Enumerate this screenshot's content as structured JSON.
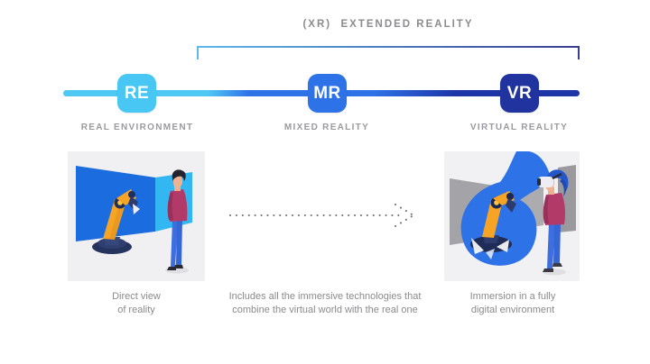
{
  "title": "(XR)  EXTENDED REALITY",
  "timeline": {
    "bracket_colors": [
      "#5FB9E9",
      "#3A3D92"
    ],
    "line_gradient": [
      "#4FC8F4",
      "#2E72E8",
      "#1D35A6"
    ],
    "nodes": [
      {
        "abbr": "RE",
        "label": "REAL ENVIRONMENT",
        "color": "#49C7F4"
      },
      {
        "abbr": "MR",
        "label": "MIXED REALITY",
        "color": "#2E72E8"
      },
      {
        "abbr": "VR",
        "label": "VIRTUAL REALITY",
        "color": "#20339E"
      }
    ]
  },
  "sections": {
    "real": {
      "illustration": "person-viewing-robot-arm-directly",
      "caption": "Direct view\nof reality"
    },
    "mixed": {
      "illustration": "dotted-arrow-right",
      "caption": "Includes all the immersive technologies that\ncombine the virtual world with the real one"
    },
    "virtual": {
      "illustration": "person-in-vr-headset-seeing-virtual-robot-arm",
      "caption": "Immersion in a fully\ndigital environment"
    }
  }
}
